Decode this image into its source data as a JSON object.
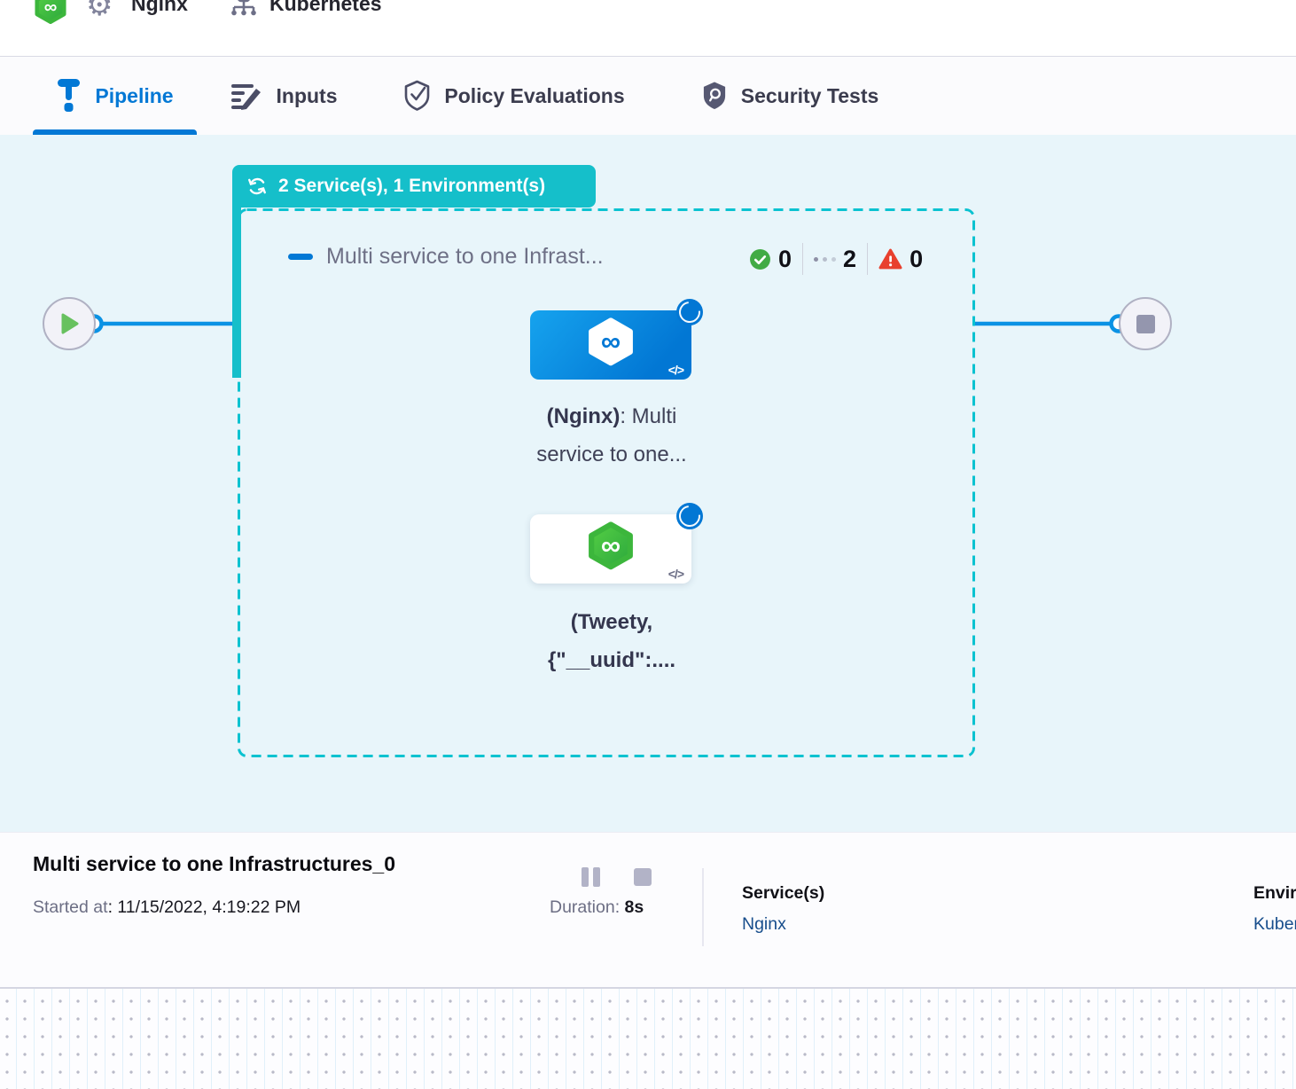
{
  "header": {
    "service_label": "Nginx",
    "environment_label": "Kubernetes"
  },
  "tabs": [
    {
      "label": "Pipeline",
      "active": true
    },
    {
      "label": "Inputs",
      "active": false
    },
    {
      "label": "Policy Evaluations",
      "active": false
    },
    {
      "label": "Security Tests",
      "active": false
    }
  ],
  "canvas": {
    "stage_badge_label": "2 Service(s), 1 Environment(s)",
    "stage": {
      "title": "Multi service to one Infrast...",
      "success_count": "0",
      "running_count": "2",
      "failed_count": "0"
    },
    "nodes": [
      {
        "name_bold": "(Nginx)",
        "name_rest": ": Multi",
        "line2": "service to one...",
        "code_glyph": "</>"
      },
      {
        "line1": "(Tweety,",
        "line2": "{\"__uuid\":....",
        "code_glyph": "</>"
      }
    ],
    "infinity_glyph": "∞"
  },
  "footer": {
    "title": "Multi service to one Infrastructures_0",
    "started_label": "Started at",
    "started_value": ": 11/15/2022, 4:19:22 PM",
    "duration_label": "Duration:",
    "duration_value": " 8s",
    "services_label": "Service(s)",
    "services_value": "Nginx",
    "environments_label": "Environment(s)",
    "environments_value": "Kubernetes"
  },
  "colors": {
    "accent_blue": "#0278d5",
    "teal": "#15bfca",
    "success_green": "#42ab45",
    "error_red": "#e8402e",
    "node_green": "#42ba3e",
    "link_blue": "#174d8c",
    "canvas_bg": "#e8f5fa"
  }
}
